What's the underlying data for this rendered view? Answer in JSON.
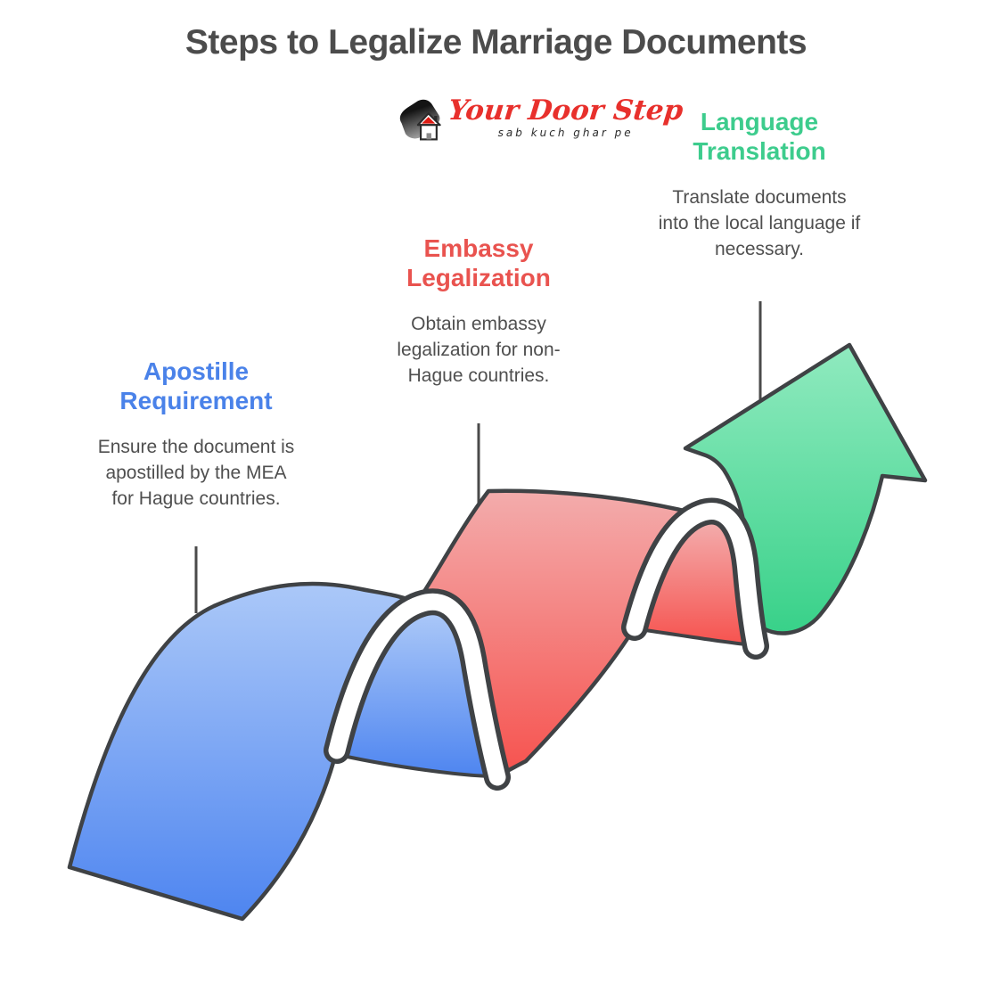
{
  "title": "Steps to Legalize Marriage Documents",
  "title_color": "#4c4c4c",
  "text_color": "#4f4f4f",
  "logo": {
    "name": "Your Door Step",
    "tagline": "sab kuch ghar pe",
    "name_color": "#e8302c",
    "tagline_color": "#2b2b2b",
    "icon": "house-logo-icon"
  },
  "steps": [
    {
      "id": "apostille",
      "title_lines": [
        "Apostille",
        "Requirement"
      ],
      "description_lines": [
        "Ensure the document is",
        "apostilled by the MEA",
        "for Hague countries."
      ],
      "accent_color": "#4a82e9"
    },
    {
      "id": "embassy",
      "title_lines": [
        "Embassy",
        "Legalization"
      ],
      "description_lines": [
        "Obtain embassy",
        "legalization for non-",
        "Hague countries."
      ],
      "accent_color": "#e9534f"
    },
    {
      "id": "language",
      "title_lines": [
        "Language",
        "Translation"
      ],
      "description_lines": [
        "Translate documents",
        "into the local language if",
        "necessary."
      ],
      "accent_color": "#3dcc8d"
    }
  ],
  "ribbon": {
    "outline_color": "#3f4245",
    "segments": [
      {
        "name": "apostille-wave",
        "color_top": "#abc8f8",
        "color_bottom": "#4e85f0"
      },
      {
        "name": "embassy-wave",
        "color_top": "#f3acac",
        "color_bottom": "#f6524e"
      },
      {
        "name": "language-arrow",
        "color_top": "#90eabf",
        "color_bottom": "#38d189"
      }
    ]
  }
}
